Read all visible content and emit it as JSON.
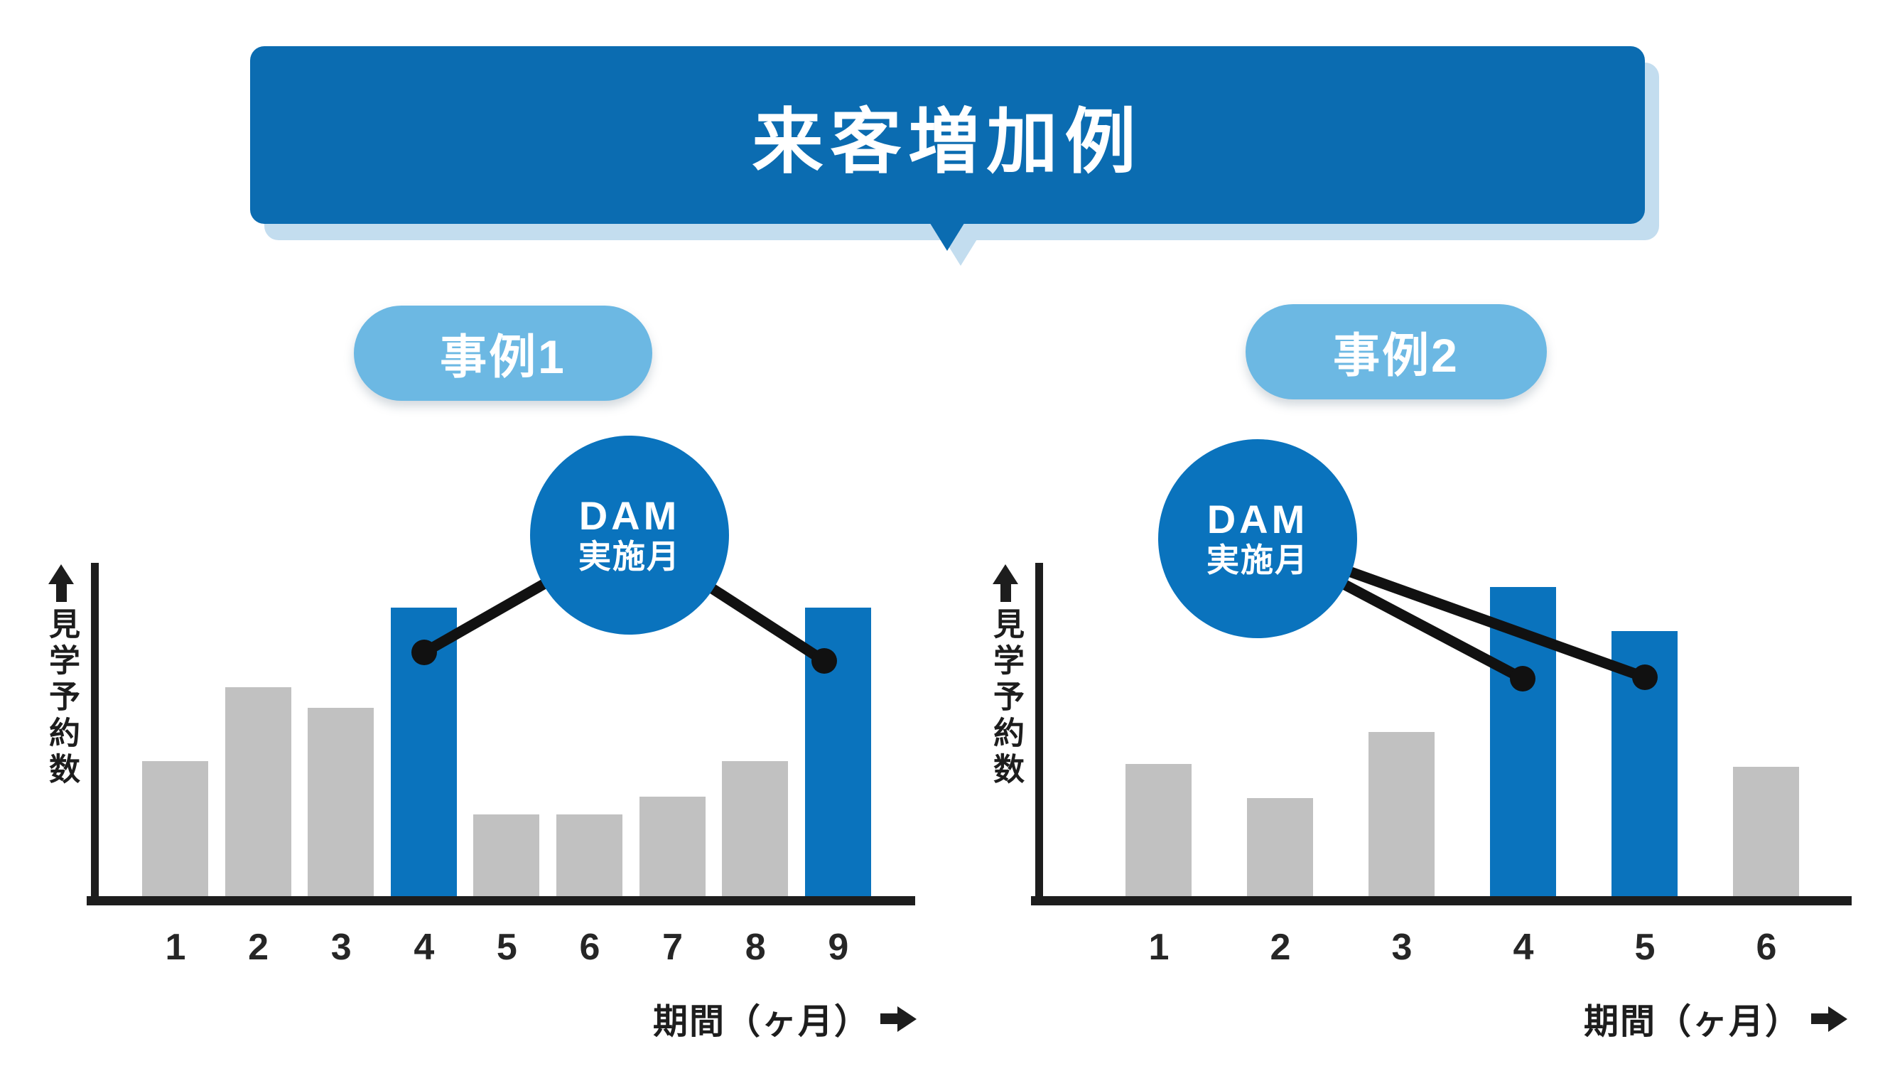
{
  "title_banner": {
    "text": "来客増加例"
  },
  "colors": {
    "banner_blue": "#0b6cb1",
    "accent_blue": "#0a73bd",
    "pill_light_blue": "#6cb8e3",
    "shadow_light_blue": "#c3ddef",
    "bar_gray": "#c1c1c1",
    "axis_black": "#1d1d1d",
    "annotation_black": "#111111",
    "text_white": "#ffffff"
  },
  "icons": {
    "y_axis_arrow": "up-arrow",
    "x_axis_arrow": "right-arrow"
  },
  "charts": [
    {
      "badge": "事例1",
      "annotation": {
        "line1": "DAM",
        "line2": "実施月"
      },
      "y_axis_label": "見学予約数",
      "x_axis_label": "期間（ヶ月）"
    },
    {
      "badge": "事例2",
      "annotation": {
        "line1": "DAM",
        "line2": "実施月"
      },
      "y_axis_label": "見学予約数",
      "x_axis_label": "期間（ヶ月）"
    }
  ],
  "chart_data": [
    {
      "type": "bar",
      "title": "事例1",
      "categories": [
        "1",
        "2",
        "3",
        "4",
        "5",
        "6",
        "7",
        "8",
        "9"
      ],
      "values": [
        4.8,
        7.3,
        6.6,
        10,
        3.0,
        3.0,
        3.6,
        4.8,
        10
      ],
      "bar_colors": [
        "gray",
        "gray",
        "gray",
        "blue",
        "gray",
        "gray",
        "gray",
        "gray",
        "blue"
      ],
      "highlighted_months": [
        "4",
        "9"
      ],
      "annotation": "DAM実施月",
      "annotation_targets": [
        "4",
        "9"
      ],
      "xlabel": "期間（ヶ月）",
      "ylabel": "見学予約数",
      "ylim": [
        0,
        10
      ],
      "y_ticks": "none",
      "grid": false,
      "legend": "none"
    },
    {
      "type": "bar",
      "title": "事例2",
      "categories": [
        "1",
        "2",
        "3",
        "4",
        "5",
        "6"
      ],
      "values": [
        4.4,
        3.3,
        5.4,
        10,
        8.6,
        4.3
      ],
      "bar_colors": [
        "gray",
        "gray",
        "gray",
        "blue",
        "blue",
        "gray"
      ],
      "highlighted_months": [
        "4",
        "5"
      ],
      "annotation": "DAM実施月",
      "annotation_targets": [
        "4",
        "5"
      ],
      "xlabel": "期間（ヶ月）",
      "ylabel": "見学予約数",
      "ylim": [
        0,
        10
      ],
      "y_ticks": "none",
      "grid": false,
      "legend": "none"
    }
  ]
}
